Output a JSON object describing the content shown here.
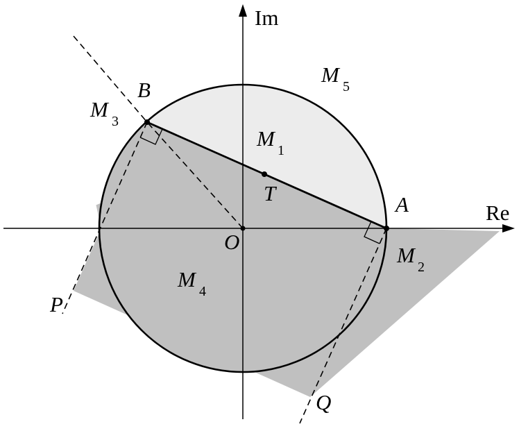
{
  "axes": {
    "real_label": "Re",
    "imag_label": "Im"
  },
  "points": {
    "origin": "O",
    "a": "A",
    "b": "B",
    "t": "T",
    "p": "P",
    "q": "Q"
  },
  "regions": {
    "m1": {
      "letter": "M",
      "index": "1"
    },
    "m2": {
      "letter": "M",
      "index": "2"
    },
    "m3": {
      "letter": "M",
      "index": "3"
    },
    "m4": {
      "letter": "M",
      "index": "4"
    },
    "m5": {
      "letter": "M",
      "index": "5"
    }
  },
  "colors": {
    "dark_region": "#c0c0c0",
    "light_region": "#ececec",
    "stroke": "#000000",
    "background": "#ffffff"
  }
}
